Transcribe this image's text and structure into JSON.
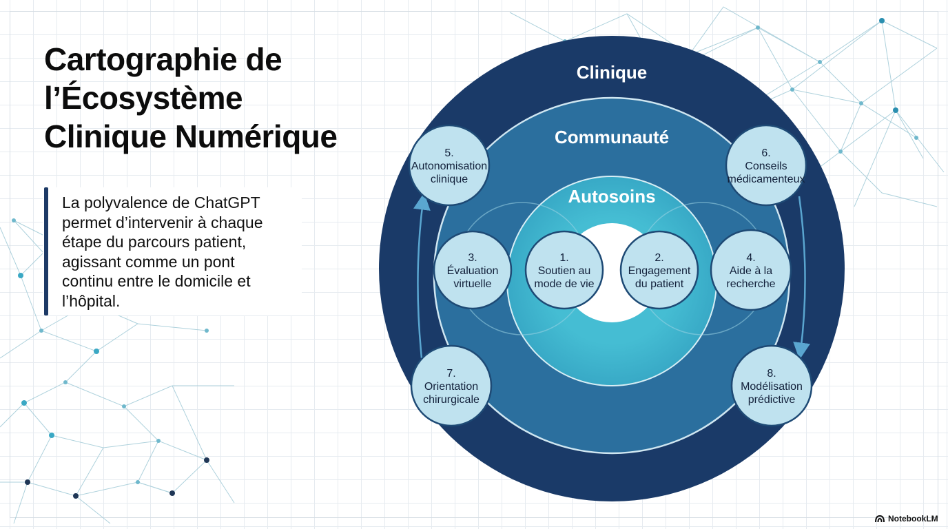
{
  "title_lines": [
    "Cartographie de",
    "l’Écosystème",
    "Clinique Numérique"
  ],
  "body_lines": [
    "La polyvalence de ChatGPT",
    "permet d’intervenir à chaque",
    "étape du parcours patient,",
    "agissant comme un pont",
    "continu entre le domicile et",
    "l’hôpital."
  ],
  "rings": {
    "outer": "Clinique",
    "middle": "Communauté",
    "inner": "Autosoins"
  },
  "nodes": [
    {
      "id": "n1",
      "lines": [
        "1.",
        "Soutien au",
        "mode de vie"
      ]
    },
    {
      "id": "n2",
      "lines": [
        "2.",
        "Engagement",
        "du patient"
      ]
    },
    {
      "id": "n3",
      "lines": [
        "3.",
        "Évaluation",
        "virtuelle"
      ]
    },
    {
      "id": "n4",
      "lines": [
        "4.",
        "Aide à la",
        "recherche"
      ]
    },
    {
      "id": "n5",
      "lines": [
        "5.",
        "Autonomisation",
        "clinique"
      ]
    },
    {
      "id": "n6",
      "lines": [
        "6.",
        "Conseils",
        "médicamenteux"
      ]
    },
    {
      "id": "n7",
      "lines": [
        "7.",
        "Orientation",
        "chirurgicale"
      ]
    },
    {
      "id": "n8",
      "lines": [
        "8.",
        "Modélisation",
        "prédictive"
      ]
    }
  ],
  "colors": {
    "outer_ring": "#1a3a68",
    "middle_ring": "#2b6f9e",
    "inner_ring": "#3fb3cc",
    "node_fill": "#bfe2ef",
    "node_stroke": "#1e4a75",
    "accent_bar": "#1d3a66"
  },
  "brand": {
    "name": "NotebookLM",
    "icon": "notebooklm-logo-icon"
  }
}
